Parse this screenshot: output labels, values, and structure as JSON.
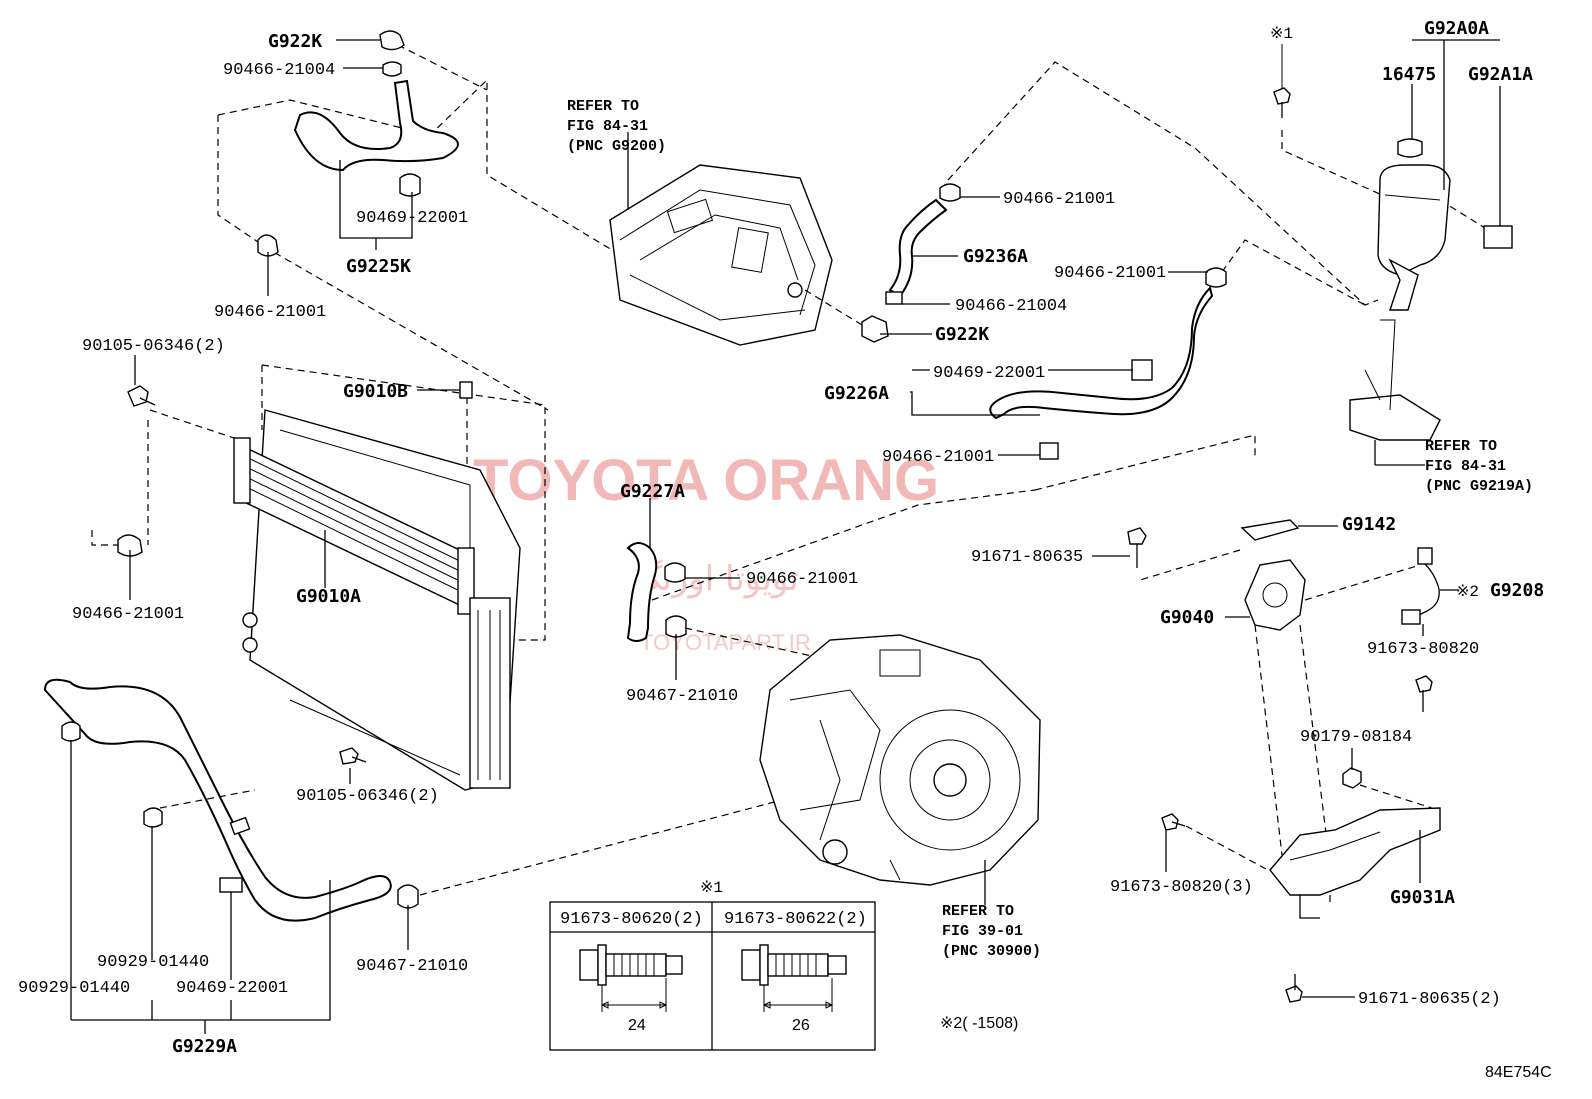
{
  "watermark": {
    "brand": "TOYOTA ORANG",
    "persian": "تویوتا اورنگ",
    "site": "TOYOTAPART.IR"
  },
  "references": {
    "pnc_g9200": [
      "REFER TO",
      "FIG 84-31",
      "(PNC G9200)"
    ],
    "pnc_g9219a": [
      "REFER TO",
      "FIG 84-31",
      "(PNC G9219A)"
    ],
    "pnc_30900": [
      "REFER TO",
      "FIG 39-01",
      "(PNC 30900)"
    ]
  },
  "labels": {
    "g922k_top": "G922K",
    "p90466_21004_top": "90466-21004",
    "p90469_22001_top": "90469-22001",
    "g9225k": "G9225K",
    "p90466_21001_left_top": "90466-21001",
    "p90105_06346_top": "90105-06346(2)",
    "g9010b": "G9010B",
    "g9010a": "G9010A",
    "p90466_21001_left": "90466-21001",
    "p90105_06346_bottom": "90105-06346(2)",
    "p90929_01440_a": "90929-01440",
    "p90929_01440_b": "90929-01440",
    "p90469_22001_bottom": "90469-22001",
    "g9229a": "G9229A",
    "p90467_21010_bottom": "90467-21010",
    "g9227a": "G9227A",
    "p90466_21001_mid": "90466-21001",
    "p90467_21010_mid": "90467-21010",
    "p90466_21001_center_top": "90466-21001",
    "g9236a": "G9236A",
    "p90466_21004_center": "90466-21004",
    "g922k_center": "G922K",
    "p90466_21001_right_top": "90466-21001",
    "p90469_22001_center": "90469-22001",
    "g9226a": "G9226A",
    "p90466_21001_center_low": "90466-21001",
    "g92a0a": "G92A0A",
    "p16475": "16475",
    "g92a1a": "G92A1A",
    "note1_top": "※1",
    "g9142": "G9142",
    "p91671_80635": "91671-80635",
    "g9040": "G9040",
    "note2_g9208": "※2",
    "g9208": "G9208",
    "p91673_80820": "91673-80820",
    "p90179_08184": "90179-08184",
    "p91673_80820_3": "91673-80820(3)",
    "g9031a": "G9031A",
    "p91671_80635_2": "91671-80635(2)",
    "note2_range": "※2(     -1508)",
    "figure_code": "84E754C"
  },
  "bolt_table": {
    "note": "※1",
    "headers": [
      "91673-80620(2)",
      "91673-80622(2)"
    ],
    "lengths": [
      "24",
      "26"
    ]
  }
}
